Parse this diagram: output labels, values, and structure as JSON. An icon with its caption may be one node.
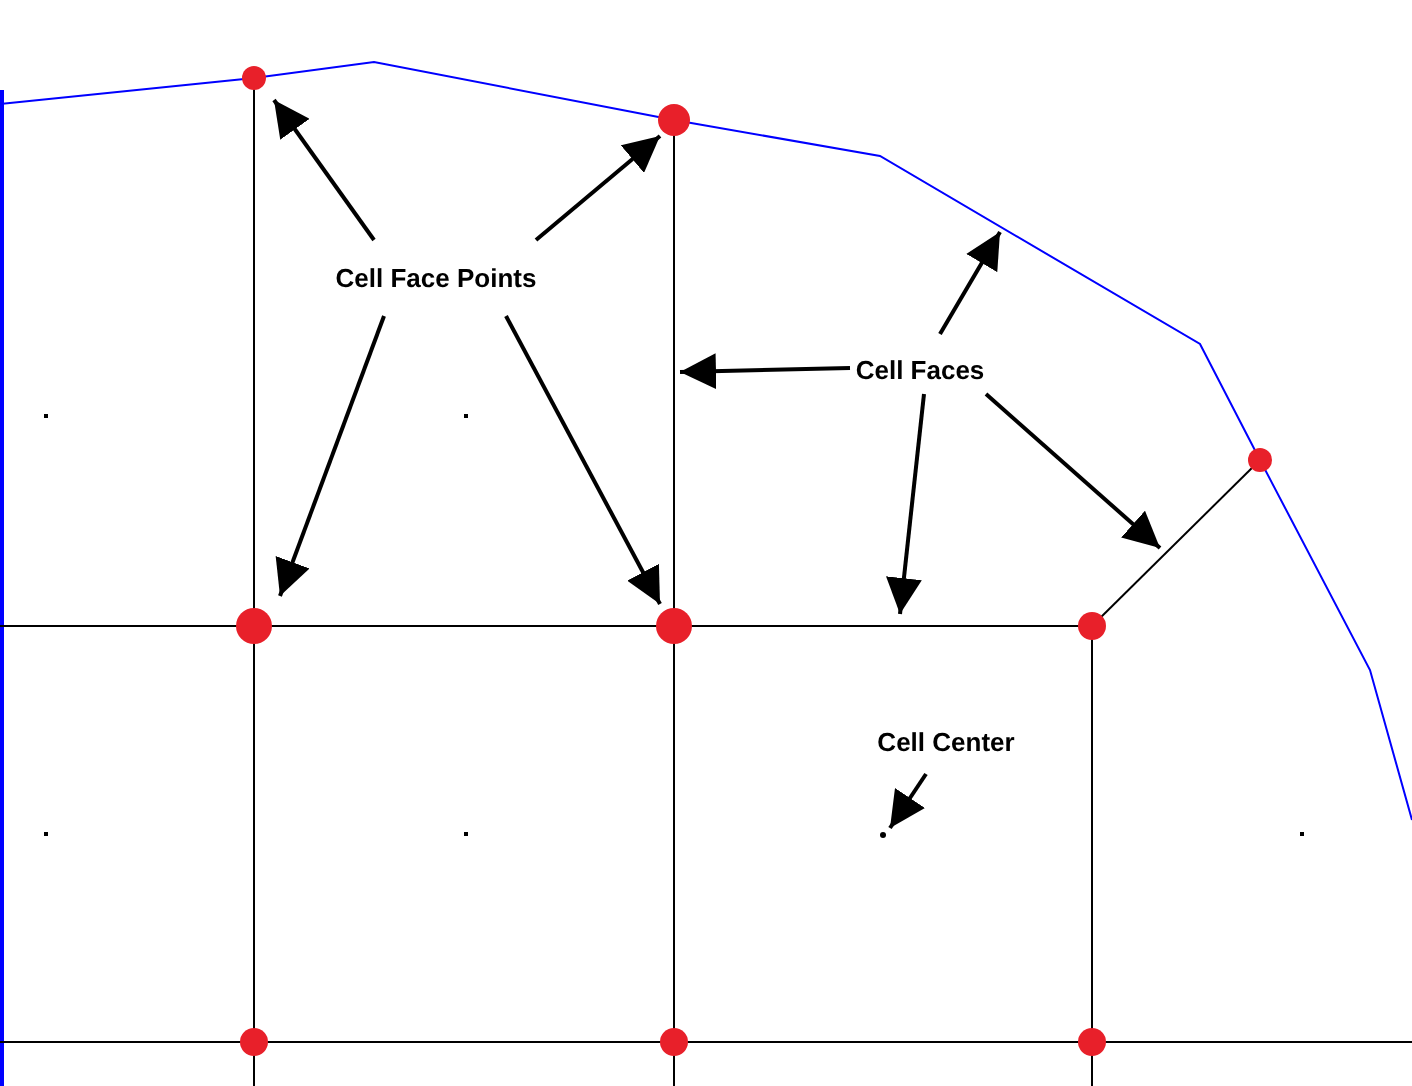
{
  "diagram": {
    "nodes": [
      {
        "text": [],
        "shape": "circle"
      },
      {
        "text": [],
        "shape": "circle"
      },
      {
        "text": [
          "Cell Face Points"
        ]
      },
      {
        "text": [
          "Cell Faces"
        ]
      },
      {
        "text": [],
        "shape": "circle"
      },
      {
        "text": [],
        "shape": "circle"
      },
      {
        "text": [],
        "shape": "circle"
      },
      {
        "text": [],
        "shape": "circle"
      },
      {
        "text": [
          "Cell Center"
        ]
      },
      {
        "text": [],
        "shape": "circle"
      },
      {
        "text": [],
        "shape": "circle"
      },
      {
        "text": [],
        "shape": "circle"
      },
      {
        "text": [],
        "shape": "circle"
      }
    ],
    "edges": [
      {
        "from": 2,
        "to": 0,
        "arrow": "to"
      },
      {
        "from": 2,
        "to": 1,
        "arrow": "to"
      },
      {
        "from": 2,
        "to": 5,
        "arrow": "to"
      },
      {
        "from": 2,
        "to": 6,
        "arrow": "to"
      },
      {
        "from": 3,
        "to": null,
        "arrow": "to"
      },
      {
        "from": 3,
        "to": null,
        "arrow": "to"
      },
      {
        "from": 3,
        "to": null,
        "arrow": "to"
      },
      {
        "from": 3,
        "to": null,
        "arrow": "to"
      },
      {
        "from": 8,
        "to": 9,
        "arrow": "to"
      }
    ]
  }
}
